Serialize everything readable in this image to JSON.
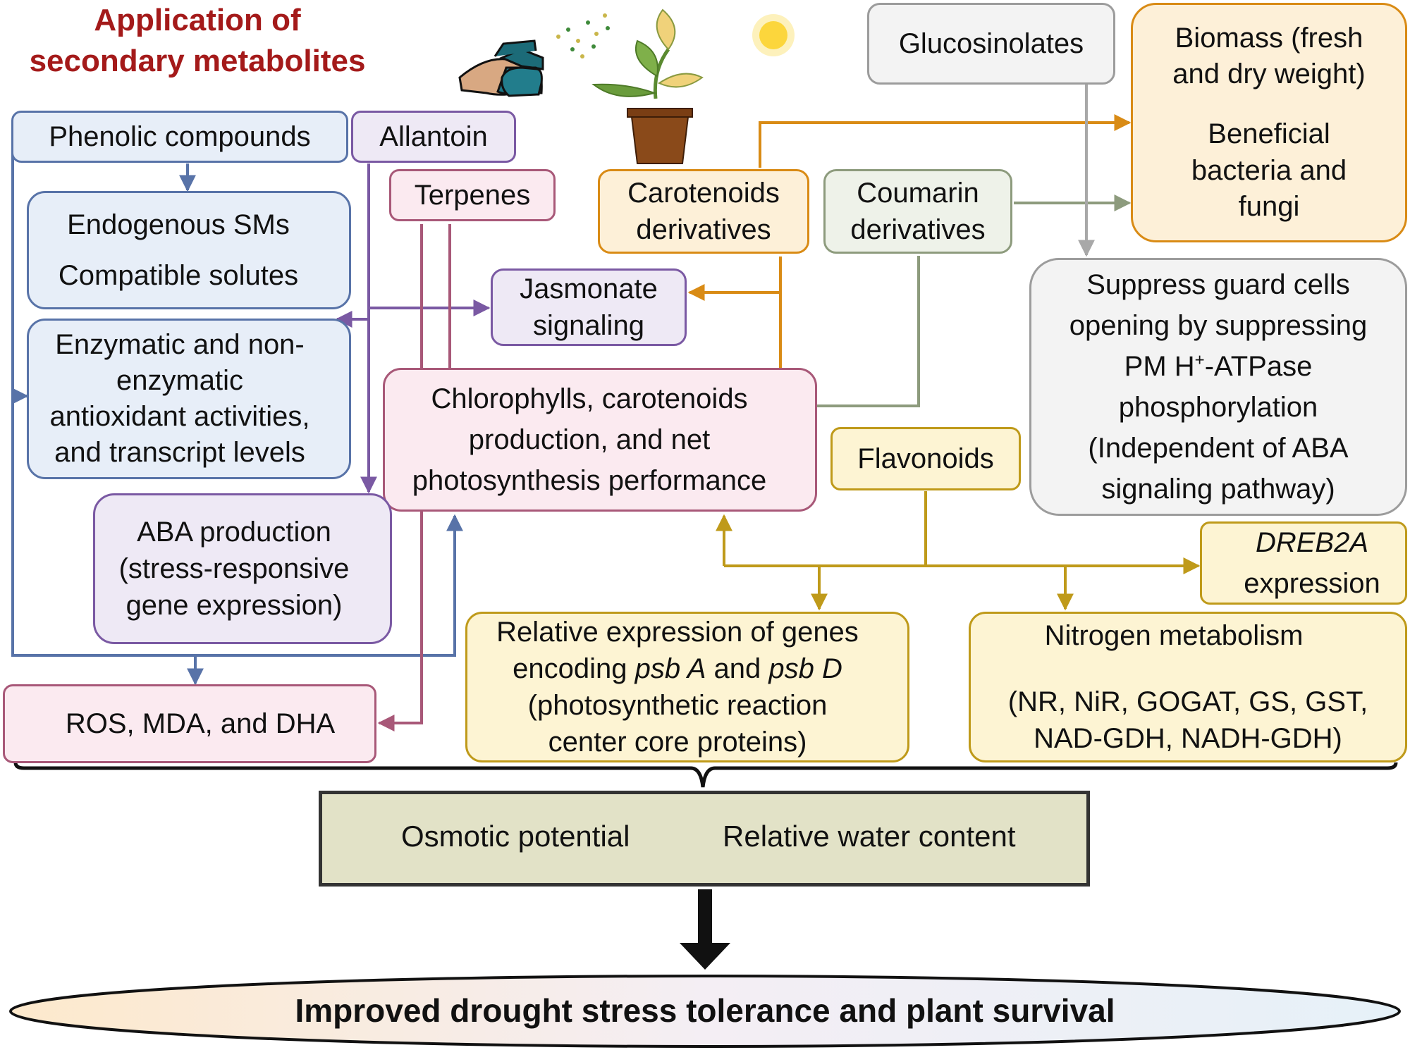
{
  "title": {
    "line1": "Application of",
    "line2": "secondary metabolites"
  },
  "colors": {
    "blue": "#5873a8",
    "purple": "#7a59a3",
    "pink": "#a85878",
    "orange": "#d98b15",
    "green": "#8d9b7d",
    "gray": "#a8a8a8",
    "yellow": "#bf9a1a",
    "increase": "#1a8a3a",
    "decrease": "#a41a1a"
  },
  "nodes": {
    "phenolic": "Phenolic compounds",
    "allantoin": "Allantoin",
    "terpenes": "Terpenes",
    "carotenoids": {
      "line1": "Carotenoids",
      "line2": "derivatives"
    },
    "coumarin": {
      "line1": "Coumarin",
      "line2": "derivatives"
    },
    "glucosinolates": "Glucosinolates",
    "biomass": {
      "line1": "Biomass (fresh",
      "line2": "and dry weight)",
      "line3": "Beneficial",
      "line4": "bacteria and",
      "line5": "fungi"
    },
    "endogenous": {
      "line1": "Endogenous SMs",
      "line2": "Compatible solutes"
    },
    "jasmonate": {
      "line1": "Jasmonate",
      "line2": "signaling"
    },
    "enzymatic": {
      "line1": "Enzymatic and non-",
      "line2": "enzymatic",
      "line3": "antioxidant activities,",
      "line4": "and transcript levels"
    },
    "chlorophyll": {
      "line1": "Chlorophylls, carotenoids",
      "line2": "production, and net",
      "line3": "photosynthesis performance"
    },
    "guard": {
      "line1": "Suppress guard cells",
      "line2": "opening by suppressing",
      "line3a": "PM H",
      "line3sup": "+",
      "line3b": "-ATPase",
      "line4": "phosphorylation",
      "line5": "(Independent of ABA",
      "line6": "signaling pathway)"
    },
    "flavonoids": "Flavonoids",
    "aba": {
      "line1": "ABA production",
      "line2": "(stress-responsive",
      "line3": "gene expression)"
    },
    "dreb": {
      "line1": "DREB2A",
      "line2": "expression"
    },
    "ros": "ROS, MDA, and DHA",
    "psb": {
      "line1": "Relative expression of genes",
      "line2a": "encoding ",
      "line2b": "psb A",
      "line2c": " and ",
      "line2d": "psb D",
      "line3": "(photosynthetic reaction",
      "line4": "center core proteins)"
    },
    "nitrogen": {
      "line1": "Nitrogen metabolism",
      "line2": "(NR, NiR, GOGAT, GS, GST,",
      "line3": "NAD-GDH, NADH-GDH)"
    }
  },
  "outcomes": {
    "osmotic": "Osmotic potential",
    "water": "Relative water content"
  },
  "final": "Improved drought stress tolerance and plant survival"
}
